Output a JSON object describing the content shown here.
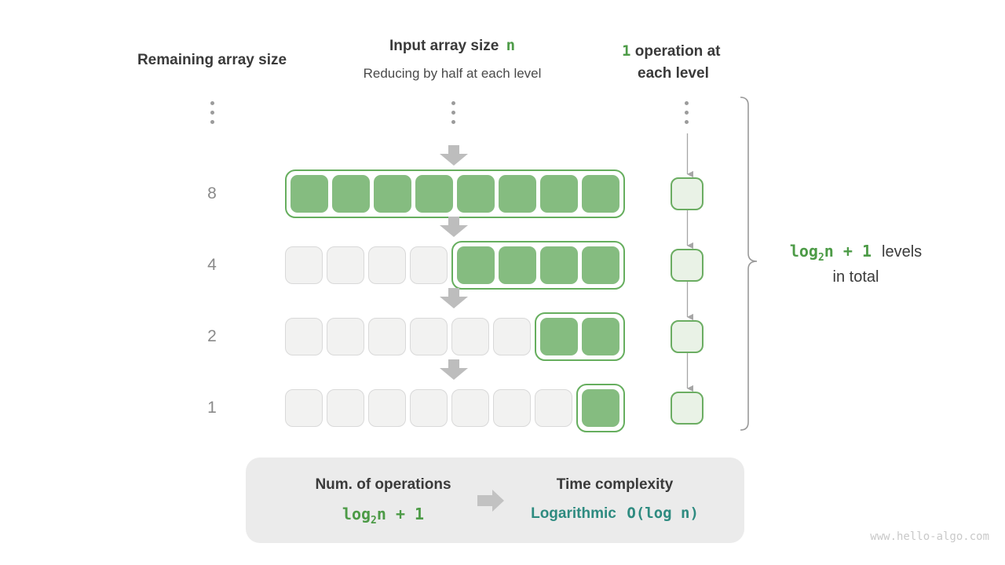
{
  "page": {
    "watermark": "www.hello-algo.com"
  },
  "headers": {
    "left": "Remaining array size",
    "center_title": {
      "text": "Input array size",
      "highlight": "n"
    },
    "center_subtitle": "Reducing by half at each level",
    "right": {
      "highlight": "1",
      "rest_line1": "operation at",
      "line2": "each level"
    }
  },
  "diagram": {
    "rows": [
      {
        "remaining_label": "8",
        "total_cells": 8,
        "active_cells": 8
      },
      {
        "remaining_label": "4",
        "total_cells": 8,
        "active_cells": 4
      },
      {
        "remaining_label": "2",
        "total_cells": 8,
        "active_cells": 2
      },
      {
        "remaining_label": "1",
        "total_cells": 8,
        "active_cells": 1
      }
    ],
    "operations_per_level": 1,
    "brace": {
      "formula": {
        "prefix": "log",
        "sub": "2",
        "suffix": "n + 1"
      },
      "label_line1": "levels",
      "label_line2": "in total"
    }
  },
  "summary": {
    "left_title": "Num. of operations",
    "formula": {
      "prefix": "log",
      "sub": "2",
      "suffix": "n + 1"
    },
    "right_title": "Time complexity",
    "right_word": "Logarithmic",
    "right_notation": "O(log n)"
  },
  "colors": {
    "green_fill": "#85bc80",
    "green_border": "#66ae5e",
    "green_text": "#4d9b47",
    "teal_text": "#2e8b80",
    "gray_cell_fill": "#f2f2f1",
    "gray_cell_border": "#d9d9d9",
    "arrow_gray": "#bdbdbd",
    "panel_gray": "#ebebeb"
  }
}
